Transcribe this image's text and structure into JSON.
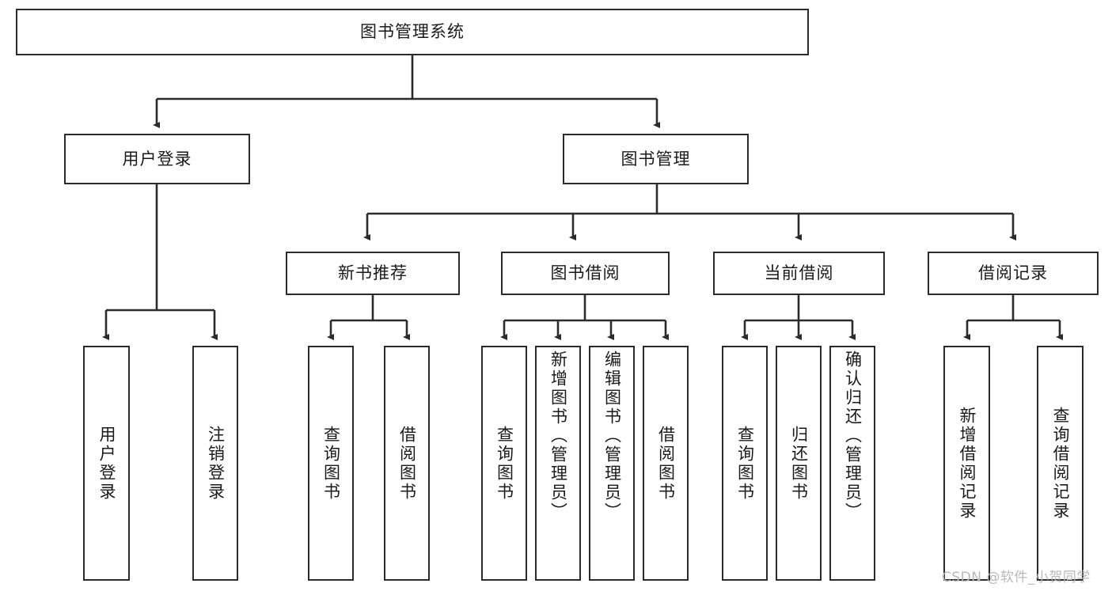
{
  "diagram": {
    "type": "tree",
    "title": "图书管理系统",
    "root": {
      "label": "图书管理系统",
      "children": [
        {
          "label": "用户登录",
          "children": [
            {
              "label": "用户登录"
            },
            {
              "label": "注销登录"
            }
          ]
        },
        {
          "label": "图书管理",
          "children": [
            {
              "label": "新书推荐",
              "children": [
                {
                  "label": "查询图书"
                },
                {
                  "label": "借阅图书"
                }
              ]
            },
            {
              "label": "图书借阅",
              "children": [
                {
                  "label": "查询图书"
                },
                {
                  "label": "新增图书（管理员）"
                },
                {
                  "label": "编辑图书（管理员）"
                },
                {
                  "label": "借阅图书"
                }
              ]
            },
            {
              "label": "当前借阅",
              "children": [
                {
                  "label": "查询图书"
                },
                {
                  "label": "归还图书"
                },
                {
                  "label": "确认归还（管理员）"
                }
              ]
            },
            {
              "label": "借阅记录",
              "children": [
                {
                  "label": "新增借阅记录"
                },
                {
                  "label": "查询借阅记录"
                }
              ]
            }
          ]
        }
      ]
    },
    "nodes": {
      "root": "图书管理系统",
      "l1_user_login": "用户登录",
      "l1_book_mgmt": "图书管理",
      "l2_new_book": "新书推荐",
      "l2_borrow": "图书借阅",
      "l2_current": "当前借阅",
      "l2_record": "借阅记录",
      "leaf_user_login": "用户登录",
      "leaf_logout": "注销登录",
      "leaf_nb_query": "查询图书",
      "leaf_nb_borrow": "借阅图书",
      "leaf_bk_query": "查询图书",
      "leaf_bk_add": "新增图书（管理员）",
      "leaf_bk_edit": "编辑图书（管理员）",
      "leaf_bk_borrow": "借阅图书",
      "leaf_cur_query": "查询图书",
      "leaf_cur_return": "归还图书",
      "leaf_cur_confirm": "确认归还（管理员）",
      "leaf_rec_add": "新增借阅记录",
      "leaf_rec_query": "查询借阅记录"
    },
    "colors": {
      "stroke": "#2b2b2b",
      "fill": "#ffffff",
      "text": "#1a1a1a",
      "watermark": "#b9b9b9"
    }
  },
  "watermark": {
    "text": "CSDN @软件_小贺同学"
  }
}
